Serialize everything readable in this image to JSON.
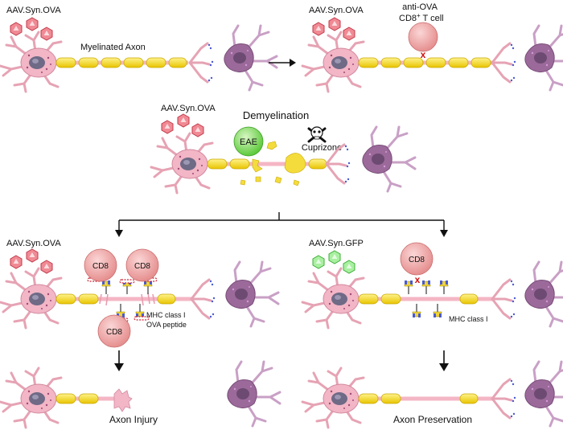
{
  "colors": {
    "neuron_body": "#f2b8c6",
    "neuron_stroke": "#c97a90",
    "nucleus": "#7a6f8a",
    "myelin": "#f4dc3c",
    "myelin_stroke": "#c9a800",
    "axon": "#f4b6c4",
    "target_neuron": "#a06a9a",
    "tcell": "#eaa0a0",
    "tcell_stroke": "#c96c6c",
    "eae": "#8fdc6a",
    "ova_virus": "#e65a6a",
    "gfp_virus": "#7fe07a",
    "mhc_blue": "#4a5bd0",
    "mhc_yellow": "#f0d43a",
    "block_x": "#cc1111"
  },
  "panel_tl": {
    "vector_label": "AAV.Syn.OVA",
    "axon_label": "Myelinated Axon"
  },
  "panel_tr": {
    "vector_label": "AAV.Syn.OVA",
    "tcell_label_line1": "anti-OVA",
    "tcell_label_line2": "CD8",
    "tcell_label_sup": "+",
    "tcell_label_line2b": " T cell",
    "block_mark": "x"
  },
  "panel_mid": {
    "vector_label": "AAV.Syn.OVA",
    "title": "Demyelination",
    "eae_label": "EAE",
    "toxin_label": "Cuprizone",
    "toxin_icon": "skull-crossbones-icon"
  },
  "panel_bl": {
    "vector_label": "AAV.Syn.OVA",
    "cd8_labels": [
      "CD8",
      "CD8",
      "CD8"
    ],
    "mhc_label": "MHC class I",
    "peptide_label": "OVA peptide",
    "outcome_label": "Axon Injury"
  },
  "panel_br": {
    "vector_label": "AAV.Syn.GFP",
    "cd8_label": "CD8",
    "block_mark": "x",
    "mhc_label": "MHC class I",
    "outcome_label": "Axon Preservation"
  }
}
